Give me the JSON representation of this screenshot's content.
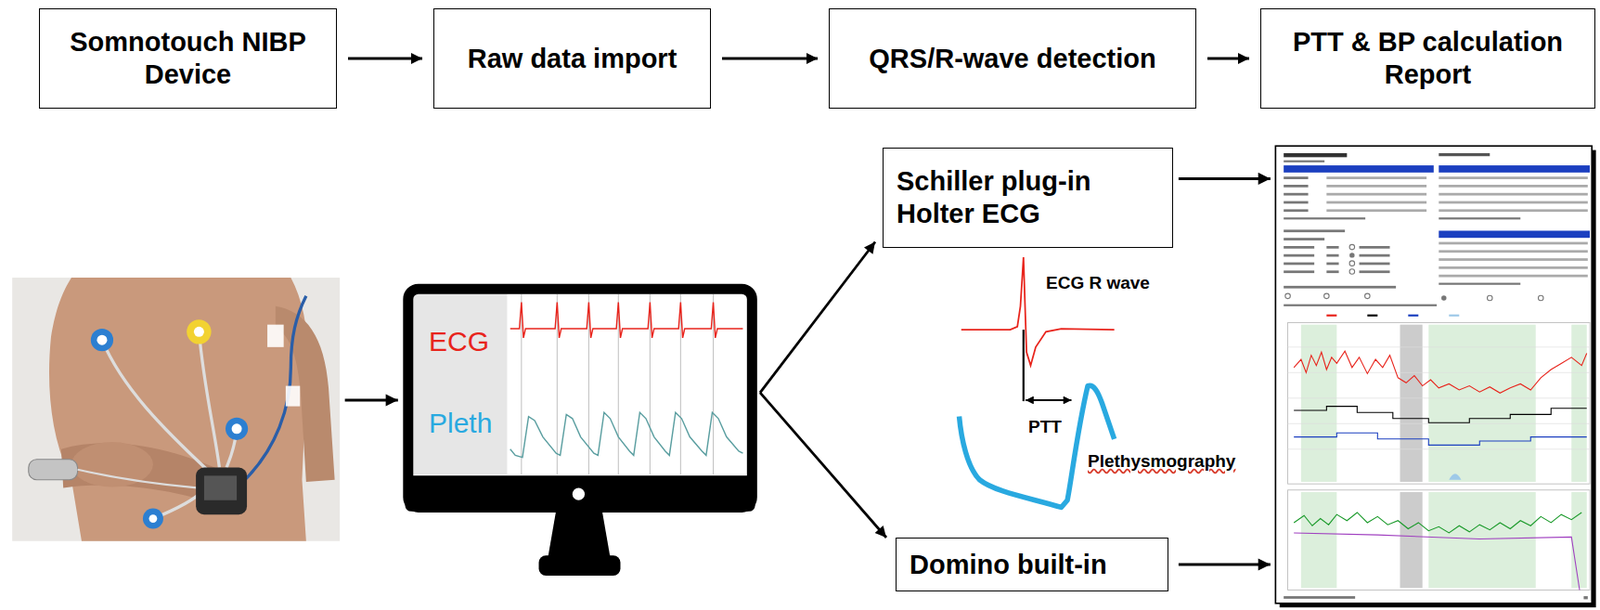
{
  "diagram": {
    "nodes": [
      {
        "text": [
          "Somnotouch NIBP Device"
        ]
      },
      {
        "text": [
          "Raw data import"
        ]
      },
      {
        "text": [
          "QRS/R-wave detection"
        ]
      },
      {
        "text": [
          "PTT & BP calculation Report"
        ]
      },
      {
        "text": [
          "ECG",
          "Pleth"
        ]
      },
      {
        "text": [
          "Schiller plug-in Holter ECG"
        ]
      },
      {
        "text": [
          "Domino built-in"
        ]
      }
    ],
    "edges": [
      {
        "from": 0,
        "to": 1,
        "arrow": "to"
      },
      {
        "from": 1,
        "to": 2,
        "arrow": "to"
      },
      {
        "from": 2,
        "to": 3,
        "arrow": "to"
      },
      {
        "from": 4,
        "to": 5,
        "arrow": "to"
      },
      {
        "from": 4,
        "to": 6,
        "arrow": "to"
      }
    ],
    "labels": [
      "ECG R wave",
      "PTT",
      "Plethysmography"
    ]
  }
}
